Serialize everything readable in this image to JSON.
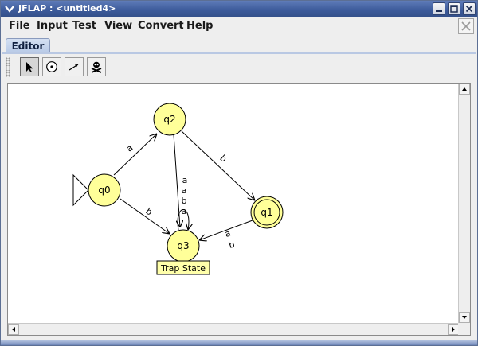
{
  "window": {
    "title": "JFLAP : <untitled4>"
  },
  "menu": {
    "items": [
      "File",
      "Input",
      "Test",
      "View",
      "Convert",
      "Help"
    ]
  },
  "tabs": [
    {
      "label": "Editor",
      "active": true
    }
  ],
  "toolbar": {
    "tools": [
      {
        "name": "attribute-editor",
        "icon": "arrow-pointer-icon",
        "active": true
      },
      {
        "name": "state-creator",
        "icon": "state-circle-icon",
        "active": false
      },
      {
        "name": "transition-creator",
        "icon": "transition-arrow-icon",
        "active": false
      },
      {
        "name": "deleter",
        "icon": "skull-crossbones-icon",
        "active": false
      }
    ]
  },
  "automaton": {
    "states": [
      {
        "id": "q0",
        "label": "q0",
        "initial": true,
        "final": false
      },
      {
        "id": "q1",
        "label": "q1",
        "initial": false,
        "final": true
      },
      {
        "id": "q2",
        "label": "q2",
        "initial": false,
        "final": false
      },
      {
        "id": "q3",
        "label": "q3",
        "initial": false,
        "final": false,
        "note": "Trap State"
      }
    ],
    "transitions": [
      {
        "from": "q0",
        "to": "q2",
        "label": "a"
      },
      {
        "from": "q0",
        "to": "q3",
        "label": "b"
      },
      {
        "from": "q2",
        "to": "q1",
        "label": "b"
      },
      {
        "from": "q2",
        "to": "q3",
        "label": "a"
      },
      {
        "from": "q1",
        "to": "q3",
        "label_lines": [
          "a",
          "b"
        ]
      },
      {
        "from": "q3",
        "to": "q3",
        "label_lines": [
          "a",
          "b",
          "a"
        ]
      }
    ]
  },
  "colors": {
    "state_fill": "#ffff99",
    "note_fill": "#ffffaa",
    "title_bar": "#3c5a9a"
  }
}
